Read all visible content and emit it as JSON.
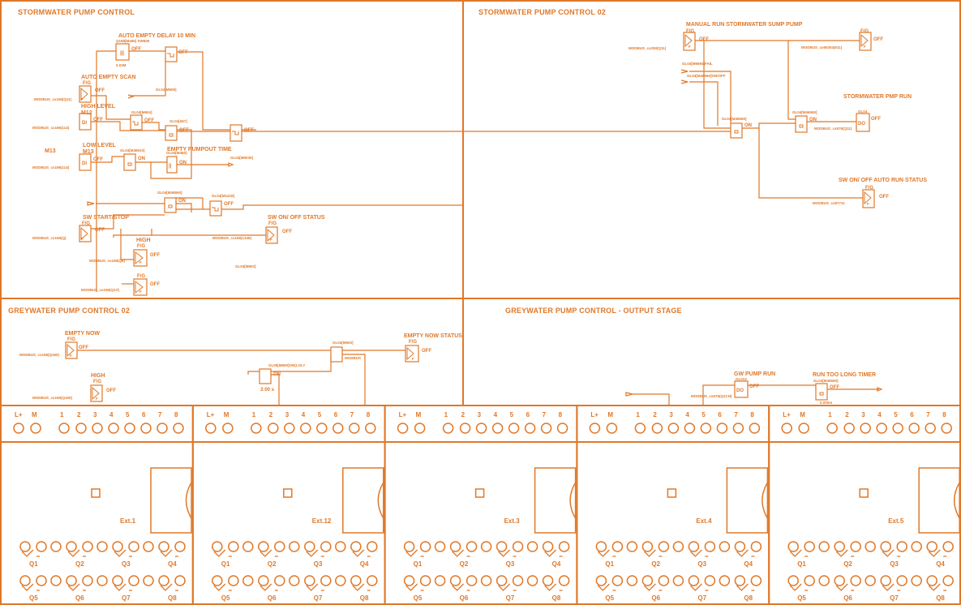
{
  "sections": {
    "stormwater": "STORMWATER PUMP CONTROL",
    "stormwater_02": "STORMWATER PUMP CONTROL 02",
    "greywater_02": "GREYWATER PUMP CONTROL 02",
    "greywater_output": "GREYWATER PUMP CONTROL - OUTPUT STAGE"
  },
  "labels": {
    "auto_empty_delay": "AUTO EMPTY DELAY 10 MIN",
    "auto_empty_scan": "AUTO EMPTY SCAN",
    "high_level": "HIGH  LEVEL",
    "m12": "M12",
    "m13_left": "M13",
    "low_level": "LOW LEVEL",
    "m13": "M13",
    "empty_pumpout_time": "EMPTY PUMPOUT TIME",
    "sw_start_stop": "SW START/STOP",
    "high": "HIGH",
    "sw_on_off_status": "SW ON/ OFF STATUS",
    "manual_run": "MANUAL RUN STORMWATER SUMP PUMP",
    "stormwater_pmp_run": "STORMWATER PMP RUN",
    "sw_auto_run_status": "SW ON/ OFF AUTO RUN STATUS",
    "empty_now": "EMPTY NOW",
    "empty_now_status": "EMPTY NOW STATUS",
    "high_grey": "HIGH",
    "gw_pump_run": "GW PUMP RUN",
    "run_too_long": "RUN TOO LONG TIMER"
  },
  "states": {
    "off": "OFF",
    "on": "ON",
    "fg": "F/G",
    "timer": "3:00 s"
  },
  "tags": {
    "t1": "Q168[M466] SW609",
    "t2": "0.03M",
    "t3": "GL04[M609]",
    "t4": "MODBUS_cx156(Q11)",
    "t5": "GL04[M604]",
    "t6": "GL04[567]",
    "t7": "MODBUS_cx166(114)",
    "t8": "GL04[M46610]",
    "t9": "GL04[M460]",
    "t10": "MODBUS_cx156(114)",
    "t11": "GL04[M6035]",
    "t12": "GL04[M46550]",
    "t13": "GL04[M1418]",
    "t14": "MODBUS_cx156(Q)",
    "t15": "MODBUS_cx156(Q6)",
    "t16": "MODBUS_cx156(1346)",
    "t17": "GL04[M603]",
    "t18": "MODBUS_cx156(Q1rl)",
    "t19": "MODBUS_cx250(Q11)",
    "t20": "GL04[M6594]FAIL",
    "t21": "GL04[M46550]ON/OFF",
    "t22": "GL04[M46550]",
    "t23": "GL04[M46550]",
    "t24": "MODBUS_cx65304(611)",
    "t25": "GL04",
    "t26": "MODBUS_cx576(Q11)",
    "t27": "MODBUS_cx87711",
    "t28": "MODBUS_cx156(Q160)",
    "t29": "GL04[M603]",
    "t30": "MODBUS",
    "t31": "GL05[M650]ON(LOLY",
    "t32": "MODBUS_cx156(Q150)",
    "t33": "GL013",
    "t34": "MODBUS_cx576(Q1CH)",
    "t35": "GL04[M46550]",
    "t36": "0.000m"
  },
  "modules": [
    {
      "name": "Ext.1"
    },
    {
      "name": "Ext.12"
    },
    {
      "name": "Ext.3"
    },
    {
      "name": "Ext.4"
    },
    {
      "name": "Ext.5"
    }
  ],
  "terminals": {
    "top": [
      "L+",
      "M",
      "1",
      "2",
      "3",
      "4",
      "5",
      "6",
      "7",
      "8"
    ],
    "q_row1": [
      "Q1",
      "Q2",
      "Q3",
      "Q4"
    ],
    "q_row2": [
      "Q5",
      "Q6",
      "Q7",
      "Q8"
    ]
  },
  "colors": {
    "line": "#e07828",
    "background": "#ffffff"
  }
}
